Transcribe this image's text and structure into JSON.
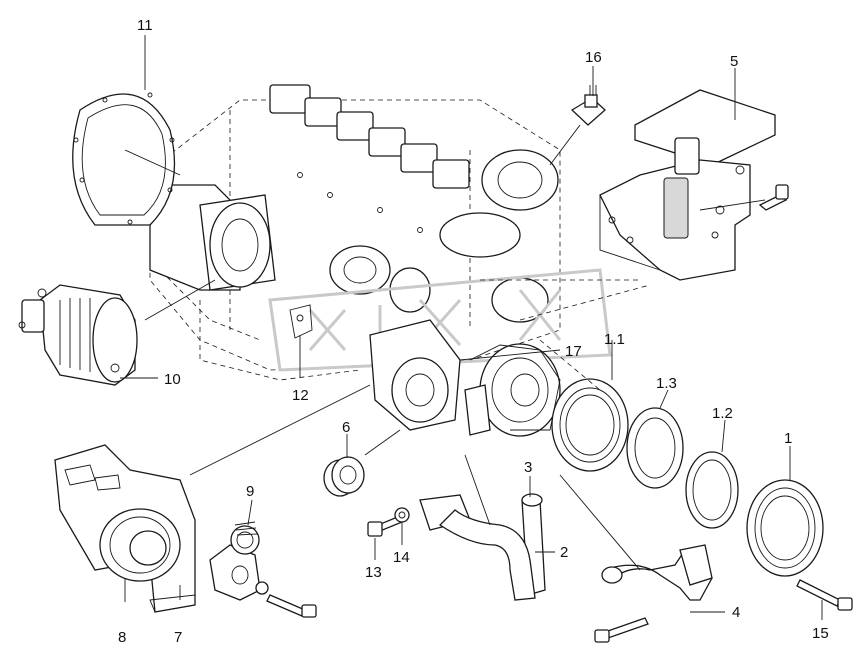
{
  "labels": {
    "l11": "11",
    "l16": "16",
    "l5": "5",
    "l10": "10",
    "l12": "12",
    "l17": "17",
    "l1_1": "1.1",
    "l1_3": "1.3",
    "l1_2": "1.2",
    "l1": "1",
    "l6": "6",
    "l3": "3",
    "l2": "2",
    "l14": "14",
    "l13": "13",
    "l9": "9",
    "l4": "4",
    "l15": "15",
    "l8": "8",
    "l7": "7"
  }
}
